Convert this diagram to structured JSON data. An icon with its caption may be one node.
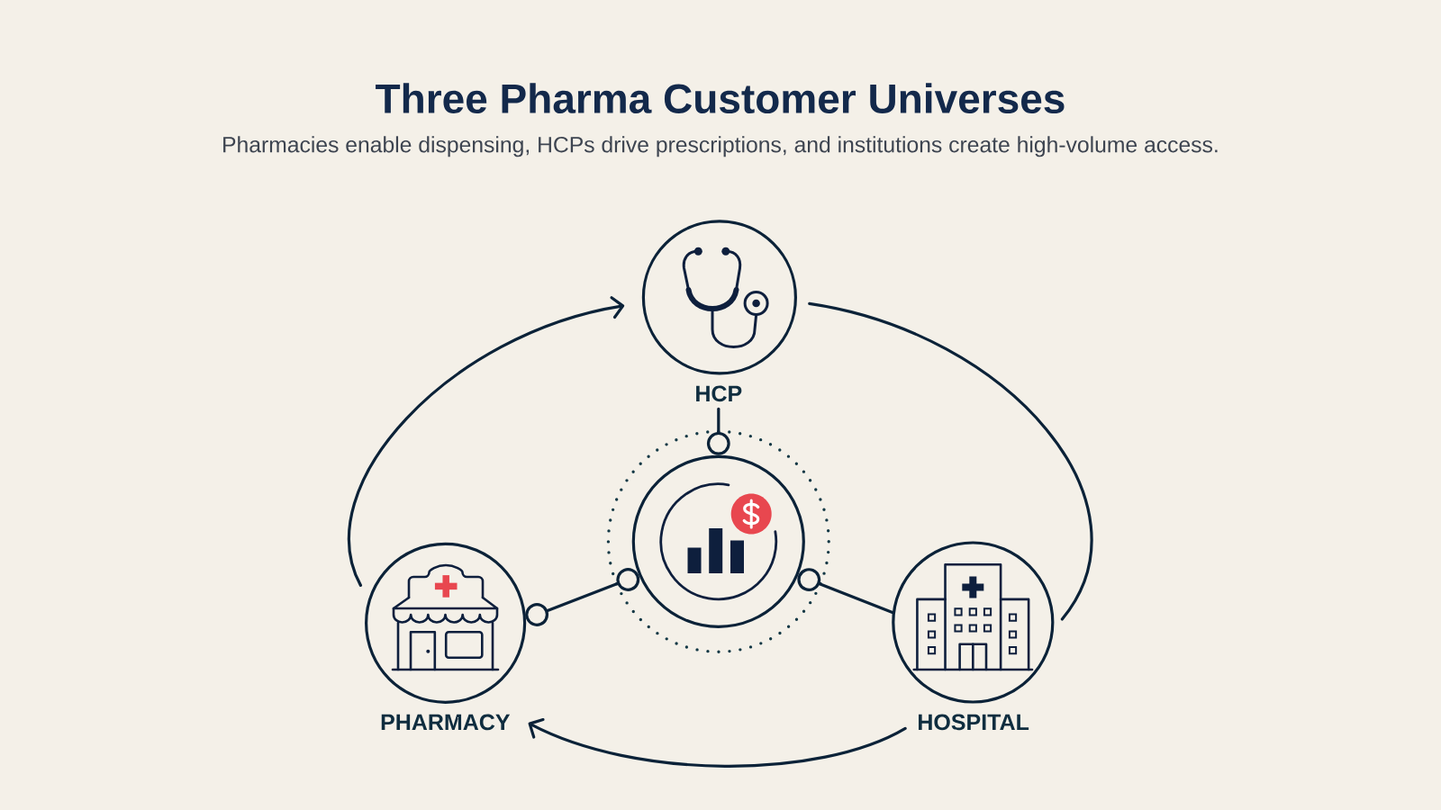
{
  "diagram": {
    "title": "Three Pharma Customer Universes",
    "nodes": [
      {
        "text": [
          "HCP"
        ]
      },
      {
        "text": [],
        "shape": "circle"
      },
      {
        "text": [
          "PHARMACY"
        ]
      },
      {
        "text": [
          "HOSPITAL"
        ]
      }
    ],
    "edges": [
      {
        "from": 0,
        "to": 1,
        "arrow": "other"
      },
      {
        "from": 2,
        "to": 1,
        "arrow": "other"
      },
      {
        "from": 3,
        "to": 1,
        "arrow": "other"
      },
      {
        "from": 2,
        "to": 0,
        "arrow": "to"
      },
      {
        "from": 0,
        "to": 3,
        "arrow": "none"
      },
      {
        "from": 3,
        "to": 2,
        "arrow": "to"
      }
    ],
    "labels": [
      "Pharmacies enable dispensing, HCPs drive prescriptions, and institutions create high-volume access."
    ]
  }
}
